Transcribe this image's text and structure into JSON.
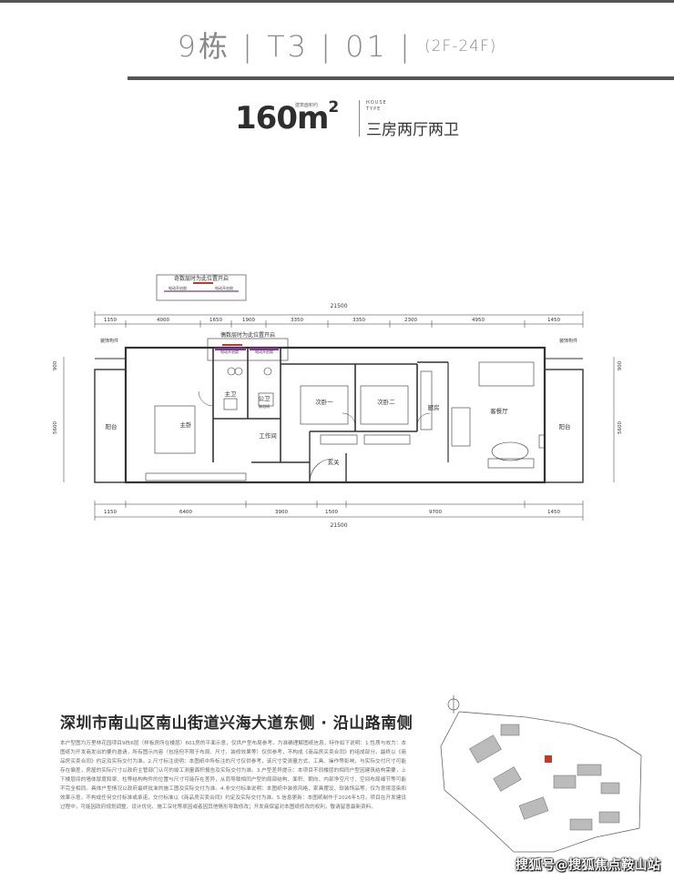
{
  "header": {
    "unit_title": "9栋 | T3 | 01 |",
    "floors": "(2F-24F)"
  },
  "area": {
    "value": "160m",
    "superscript": "2",
    "label": "建筑面积约",
    "type_en_1": "HOUSE",
    "type_en_2": "TYPE",
    "type_cn": "三房两厅两卫"
  },
  "floor_plan": {
    "top_note": "奇数层时为此位置开启",
    "top_note_2": "偶数层时为此位置开启",
    "ac_labels": [
      "电动开启扇",
      "电动开启扇",
      "电动开启扇",
      "电动开启扇"
    ],
    "decor_left": "装饰构件",
    "decor_right": "装饰构件",
    "total_top": "21500",
    "total_bottom": "21500",
    "dims_top": [
      "1150",
      "4000",
      "1650",
      "1900",
      "3350",
      "3350",
      "2300",
      "4950",
      "1450"
    ],
    "dims_bottom": [
      "1150",
      "6400",
      "3900",
      "1500",
      "9700",
      "1450"
    ],
    "dims_side": [
      "900",
      "5600",
      "5600",
      "900"
    ],
    "rooms": {
      "balcony_left": "阳台",
      "master_bedroom": "主卧",
      "master_bath": "主卫",
      "public_bath": "公卫",
      "public_bath_sub": "淋浴间",
      "study": "工作间",
      "bedroom1": "次卧一",
      "bedroom2": "次卧二",
      "kitchen": "厨房",
      "living": "客餐厅",
      "balcony_right": "阳台",
      "foyer": "玄关"
    }
  },
  "location": {
    "address": "深圳市南山区南山街道兴海大道东侧 · 沿山路南侧",
    "disclaimer": "本户型图为万里林花园项目9栋6层（样板房所在楼层）601房的平面示意，仅供户型布局参考。为准确理解图纸信息，特作如下说明：1.性质与效力：本图纸为开发商发出的要约邀请，所有图示内容（包括但不限于布局、尺寸、装修效果等）仅供参考，不构成《商品房买卖合同》的组成部分。最终以《商品房买卖合同》约定及实际交付为准。2.尺寸标注说明：本图纸中所标注的尺寸仅供参考，该尺寸受测量方式、工具、操作等影响，与实际交付尺寸可能存在偏差，房屋的实际尺寸以政府主管部门认可的竣工测量面积报告及实际交付为准。3.户型差异提示：本项目不同楼层的相同户型因建筑结构需要，上下楼层间的墙体厚度和梁、柱等结构构件的位置与尺寸可能存在差异，从而导致相同户型的局部结构、面积、朝向、内部净空尺寸、空间布局细节等可能不完全相同。具体户型情况以政府最终批准的施工图及实际交付为准。4.非交付标准说明：本图纸中装修风格、家具摆设、软装饰品等，仅为意境渲染和效果示意，不构成任何交付标准或承诺，交付标准以《商品房买卖合同》约定及实际交付为准。5.信息更新：本图纸制作于2026年5月，项目在开发建设过程中，可能因政府规划调整、设计优化、施工深化等原因或者因其他情形导致修改；开发商保留对本图纸修改的权利，敬请留意最新资料。"
  },
  "watermark": "搜狐号@搜狐焦点鞍山站",
  "colors": {
    "wall": "#333333",
    "accent_purple": "#7a3c8c",
    "accent_red": "#c0392b",
    "muted": "#8a8a8a"
  }
}
